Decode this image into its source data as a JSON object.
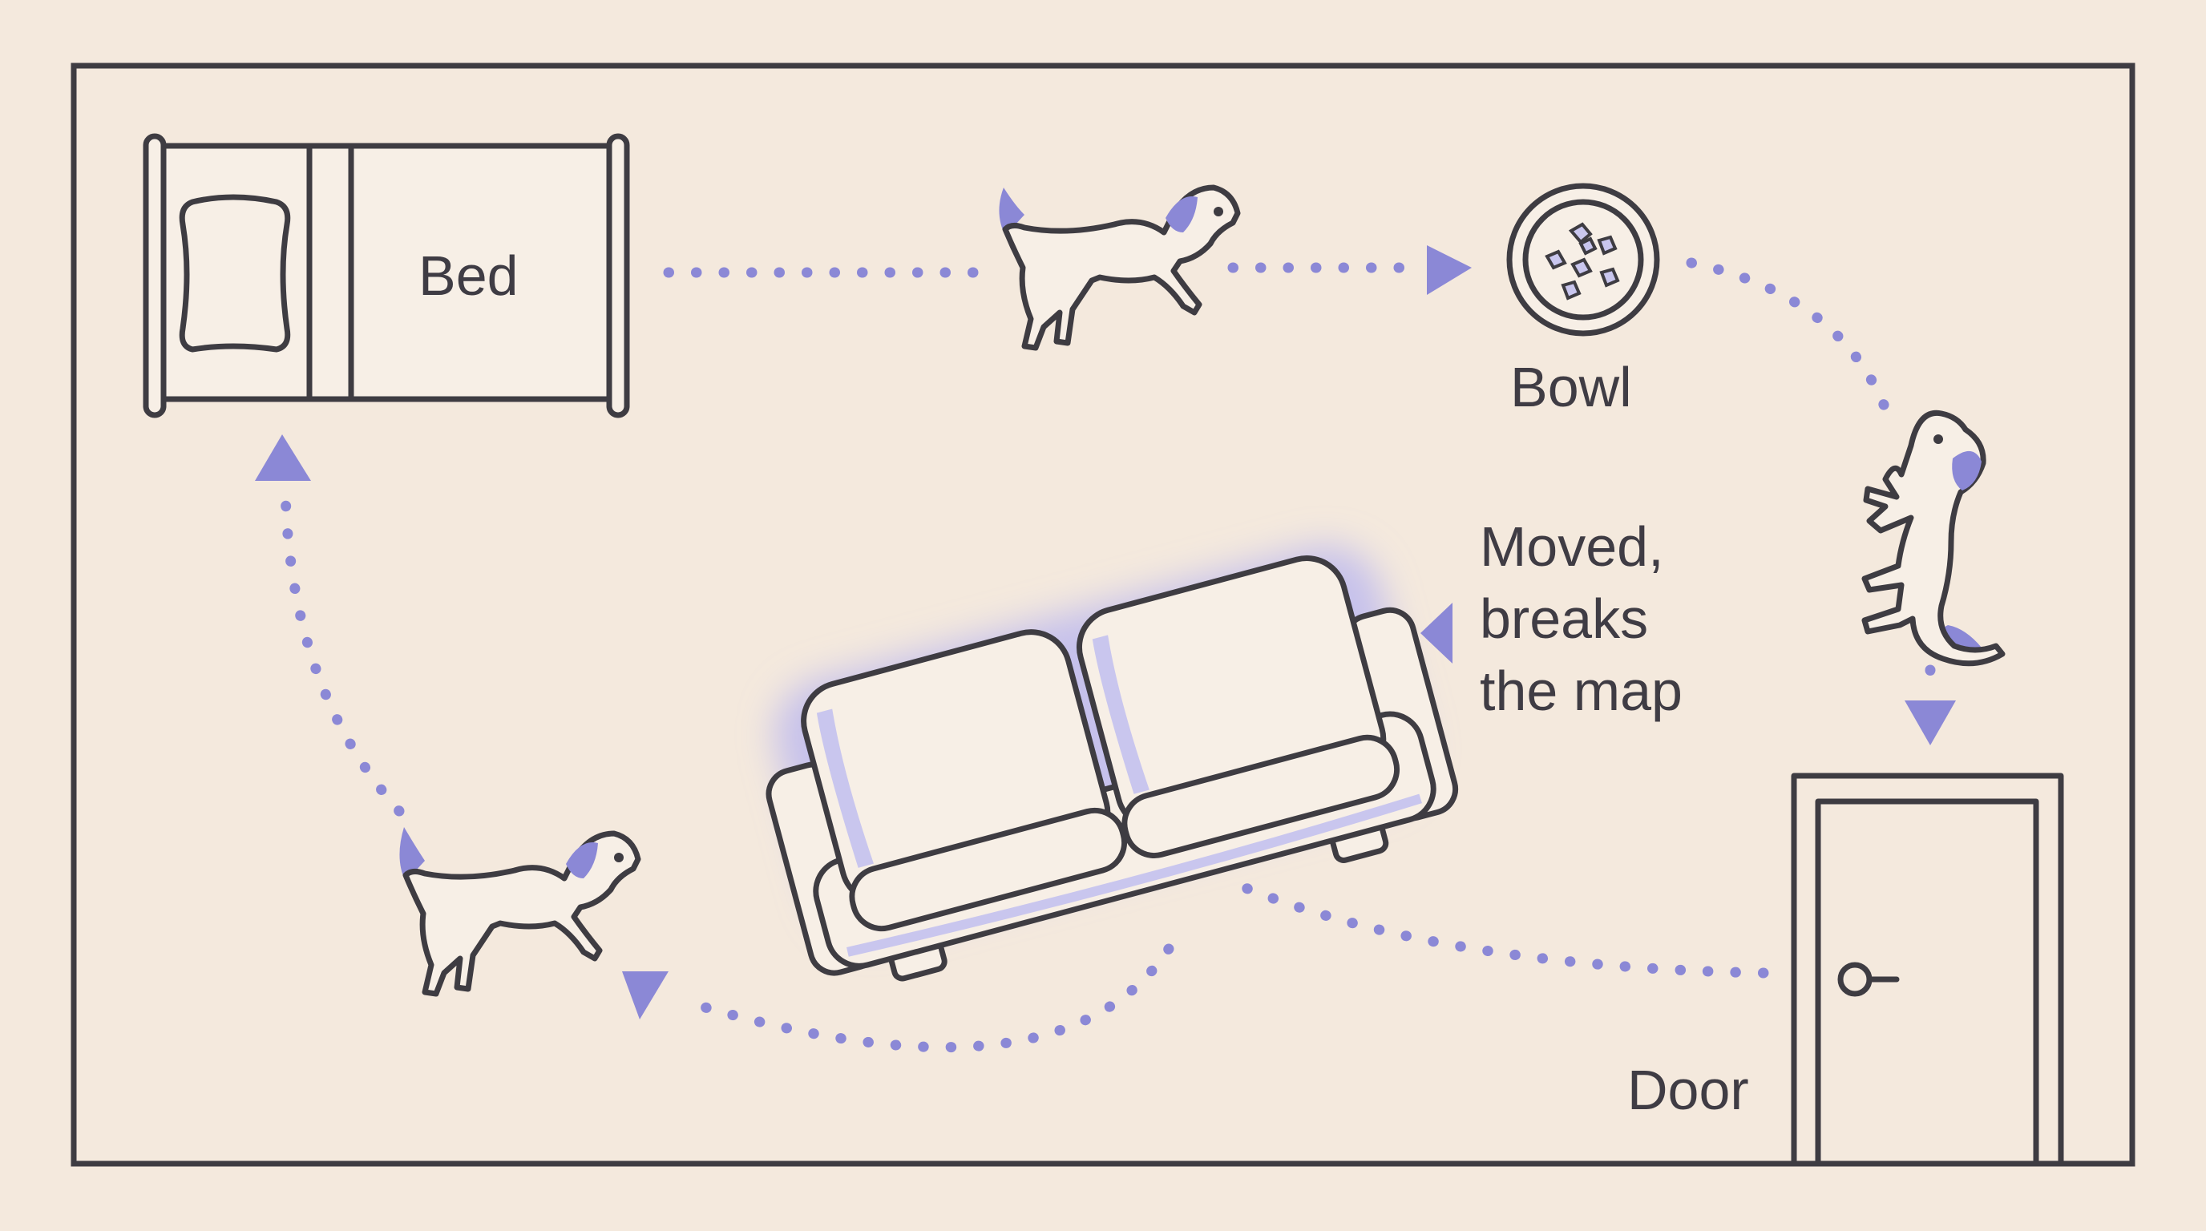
{
  "labels": {
    "bed": "Bed",
    "bowl": "Bowl",
    "door": "Door",
    "couch_note": [
      "Moved,",
      "breaks",
      "the map"
    ]
  },
  "colors": {
    "background": "#f4e9dd",
    "outline": "#3e3c42",
    "accent": "#8b88d6",
    "accent_light": "#c9c6ee"
  },
  "icons": [
    "bed-icon",
    "pillow-icon",
    "dog-icon",
    "bowl-icon",
    "couch-icon",
    "door-icon",
    "arrow-icon"
  ]
}
